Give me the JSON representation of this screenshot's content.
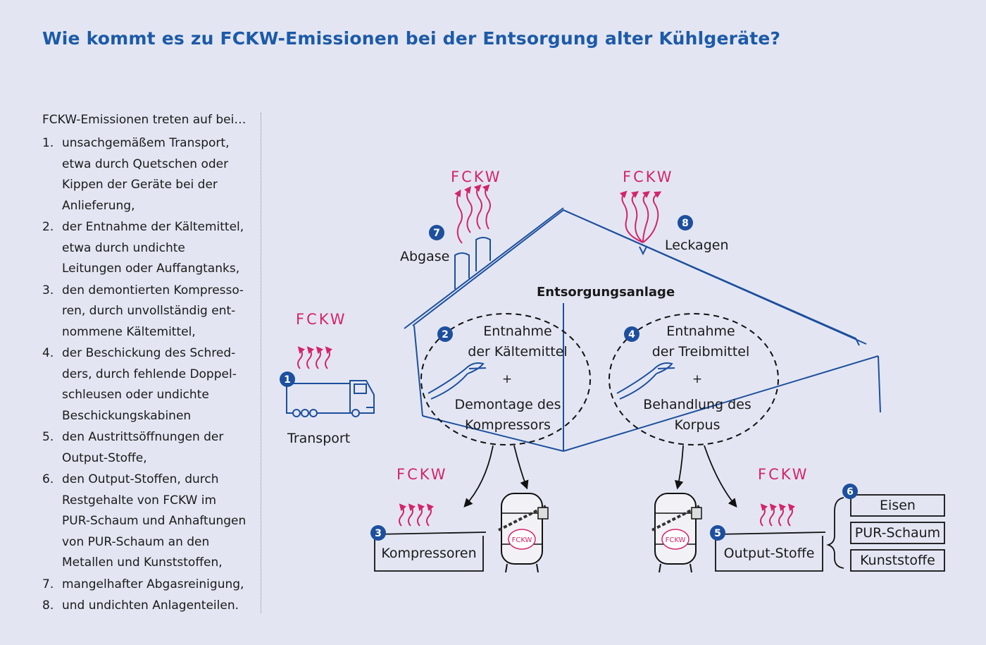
{
  "title": "Wie kommt es zu FCKW-Emissionen bei der Entsorgung alter Kühlgeräte?",
  "intro": "FCKW-Emissionen treten auf bei…",
  "causes": [
    {
      "num": "1.",
      "text": "unsachgemäßem Transport, etwa durch Quetschen oder Kippen der Geräte bei der Anlieferung,"
    },
    {
      "num": "2.",
      "text": "der Entnahme der Kältemittel, etwa durch undichte Leitungen oder Auffangtanks,"
    },
    {
      "num": "3.",
      "text": "den demontierten Kompresso­ren, durch unvollständig ent­nommene Kältemittel,"
    },
    {
      "num": "4.",
      "text": "der Beschickung des Schred­ders, durch fehlende Doppel­schleusen oder undichte Beschickungskabinen"
    },
    {
      "num": "5.",
      "text": "den Austrittsöffnungen der Output-Stoffe,"
    },
    {
      "num": "6.",
      "text": "den Output-Stoffen, durch Restgehalte von FCKW im PUR-Schaum und Anhaftungen von PUR-Schaum an den Metallen und Kunststoffen,"
    },
    {
      "num": "7.",
      "text": "mangelhafter Abgasreinigung,"
    },
    {
      "num": "8.",
      "text": "und undichten Anlagenteilen."
    }
  ],
  "fckw_label": "FCKW",
  "badges": [
    "1",
    "2",
    "3",
    "4",
    "5",
    "6",
    "7",
    "8"
  ],
  "labels": {
    "transport": "Transport",
    "abgase": "Abgase",
    "leckagen": "Leckagen",
    "anlage": "Entsorgungsanlage",
    "step2_line1": "Entnahme",
    "step2_line2": "der Kältemittel",
    "step2_plus": "+",
    "step2_line3": "Demontage des",
    "step2_line4": "Kompressors",
    "step4_line1": "Entnahme",
    "step4_line2": "der Treibmittel",
    "step4_plus": "+",
    "step4_line3": "Behandlung des",
    "step4_line4": "Korpus",
    "kompressoren": "Kompressoren",
    "output": "Output-Stoffe",
    "eisen": "Eisen",
    "pur": "PUR-Schaum",
    "kunststoffe": "Kunststoffe"
  },
  "colors": {
    "title": "#1d5aa8",
    "line": "#1d4f9e",
    "fckw": "#d4246a",
    "badge": "#1d4f9e",
    "background": "#e3e6f2"
  },
  "icons": [
    "fckw-emission-icon",
    "truck-icon",
    "pliers-icon",
    "locked-tank-icon",
    "chimney-icon"
  ]
}
